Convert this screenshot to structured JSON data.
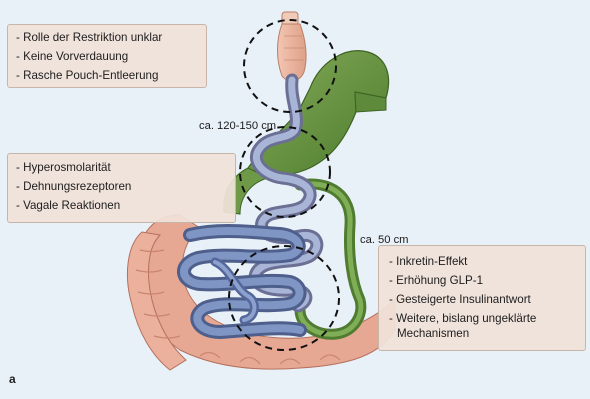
{
  "figure": {
    "panel_label": "a",
    "box_restriction": {
      "items": [
        "Rolle der Restriktion unklar",
        "Keine Vorverdauung",
        "Rasche Pouch-Entleerung"
      ]
    },
    "box_dumping": {
      "items": [
        "Hyperosmolarität",
        "Dehnungsrezeptoren",
        "Vagale Reaktionen"
      ]
    },
    "box_incretin": {
      "items": [
        "Inkretin-Effekt",
        "Erhöhung GLP-1",
        "Gesteigerte Insulinantwort",
        "Weitere, bislang ungeklärte Mechanismen"
      ]
    },
    "length_alimentary": "ca. 120-150 cm",
    "length_biliary": "ca. 50 cm"
  },
  "colors": {
    "background": "#e9f1f8",
    "stomach_green": "#5e8a3c",
    "intestine_blue": "#7f95c4",
    "colon_pink": "#e7a893",
    "pouch_tan": "#eab9a4",
    "box_fill": "#f0e2d9"
  }
}
